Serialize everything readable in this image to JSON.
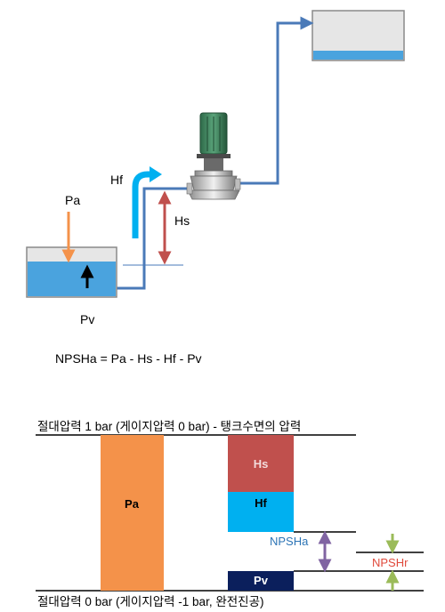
{
  "top_diagram": {
    "label_pa": "Pa",
    "label_hf": "Hf",
    "label_hs": "Hs",
    "label_pv": "Pv",
    "formula": "NPSHa = Pa - Hs - Hf - Pv"
  },
  "bottom_diagram": {
    "top_caption": "절대압력 1 bar (게이지압력 0 bar) - 탱크수면의 압력",
    "bottom_caption": "절대압력 0 bar (게이지압력 -1 bar, 완전진공)",
    "bar_pa": "Pa",
    "block_hs": "Hs",
    "block_hf": "Hf",
    "block_pv": "Pv",
    "label_npsha": "NPSHa",
    "label_npshr": "NPSHr"
  },
  "colors": {
    "water": "#4aa3de",
    "pipe": "#4a7ab8",
    "pa_orange": "#f4924a",
    "hs_red": "#c0504d",
    "hf_cyan": "#00b0f0",
    "pv_navy": "#0b1f5c",
    "npsha_text": "#2e75b6",
    "npshr_text": "#e04a3c",
    "purple_arrow": "#8064a2",
    "green_arrow": "#9bbb59",
    "pump_green": "#3a7d5a"
  },
  "icons": [
    "pump-icon",
    "tank-icon",
    "arrow-icon"
  ]
}
